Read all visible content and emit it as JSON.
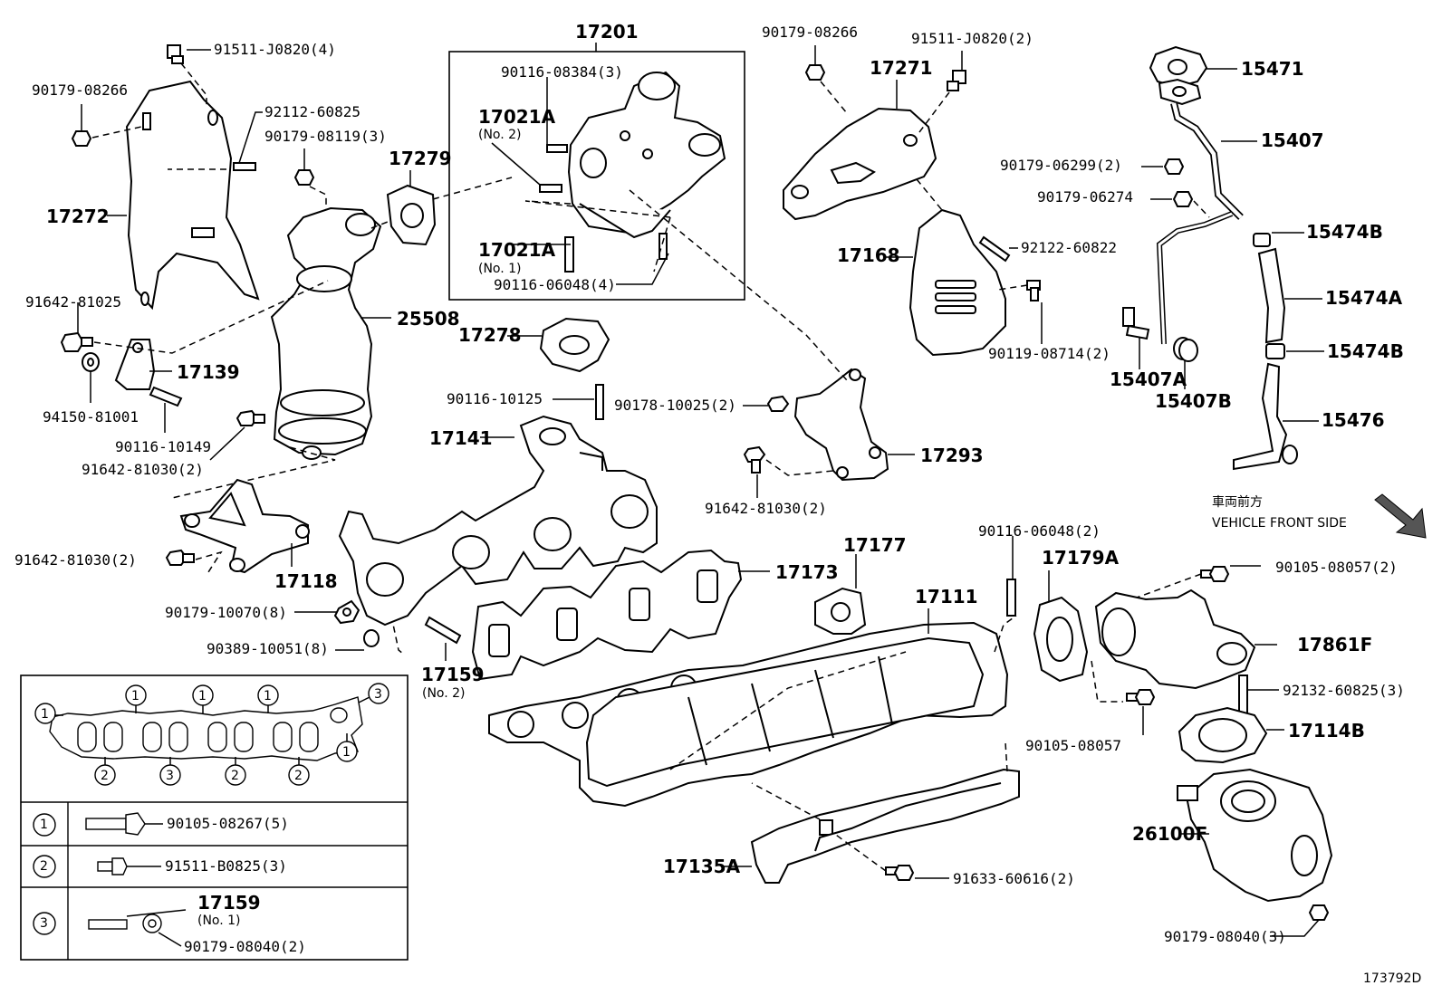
{
  "diagram": {
    "id_code": "173792D",
    "vehicle_front": {
      "jp": "車両前方",
      "en": "VEHICLE FRONT SIDE"
    },
    "callouts": {
      "c17201": "17201",
      "c90116_08384": "90116-08384(3)",
      "c17021A_no2": "17021A",
      "c17021A_no2_sub": "(No. 2)",
      "c17021A_no1": "17021A",
      "c17021A_no1_sub": "(No. 1)",
      "c90116_06048_4": "90116-06048(4)",
      "c91511_J0820_4": "91511-J0820(4)",
      "c90179_08266_a": "90179-08266",
      "c92112_60825": "92112-60825",
      "c90179_08119": "90179-08119(3)",
      "c17272": "17272",
      "c17279": "17279",
      "c25508": "25508",
      "c91642_81025": "91642-81025",
      "c17139": "17139",
      "c94150_81001": "94150-81001",
      "c90116_10149": "90116-10149",
      "c91642_81030_a": "91642-81030(2)",
      "c91642_81030_b": "91642-81030(2)",
      "c17118": "17118",
      "c90179_10070": "90179-10070(8)",
      "c90389_10051": "90389-10051(8)",
      "c17159_no2": "17159",
      "c17159_no2_sub": "(No. 2)",
      "c17278": "17278",
      "c90116_10125": "90116-10125",
      "c90178_10025": "90178-10025(2)",
      "c17141": "17141",
      "c17293": "17293",
      "c91642_81030_c": "91642-81030(2)",
      "c17173": "17173",
      "c17177": "17177",
      "c17111": "17111",
      "c90116_06048_2": "90116-06048(2)",
      "c17179A": "17179A",
      "c90179_08266_b": "90179-08266",
      "c91511_J0820_2": "91511-J0820(2)",
      "c17271": "17271",
      "c17168": "17168",
      "c92122_60822": "92122-60822",
      "c90119_08714": "90119-08714(2)",
      "c15471": "15471",
      "c15407": "15407",
      "c90179_06299": "90179-06299(2)",
      "c90179_06274": "90179-06274",
      "c15474B_a": "15474B",
      "c15474A": "15474A",
      "c15474B_b": "15474B",
      "c15407A": "15407A",
      "c15407B": "15407B",
      "c15476": "15476",
      "c90105_08057_2": "90105-08057(2)",
      "c17861F": "17861F",
      "c92132_60825": "92132-60825(3)",
      "c90105_08057": "90105-08057",
      "c17114B": "17114B",
      "c26100F": "26100F",
      "c90179_08040_3": "90179-08040(3)",
      "c17135A": "17135A",
      "c91633_60616": "91633-60616(2)"
    },
    "legend_table": {
      "markers": [
        "1",
        "2",
        "3"
      ],
      "row1_part": "90105-08267(5)",
      "row2_part": "91511-B0825(3)",
      "row3_part_a": "17159",
      "row3_part_a_sub": "(No. 1)",
      "row3_part_b": "90179-08040(2)"
    }
  }
}
